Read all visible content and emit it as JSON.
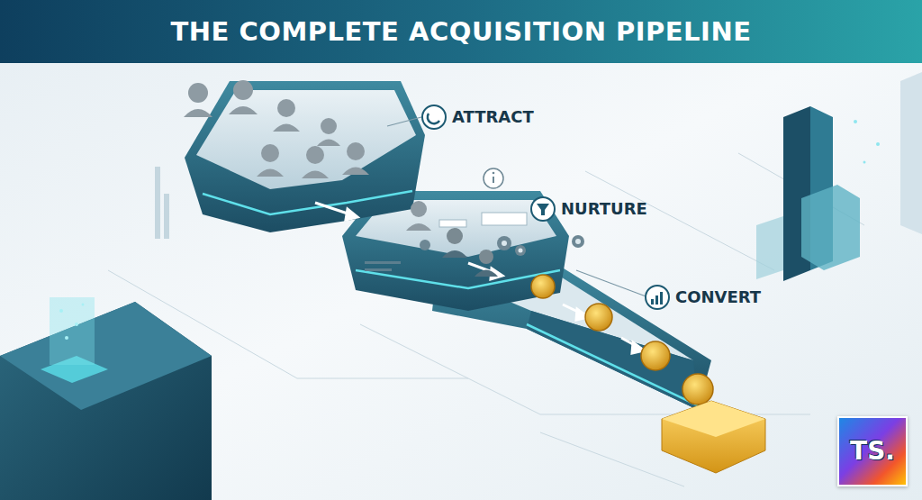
{
  "diagram": {
    "title": "THE COMPLETE ACQUISITION PIPELINE",
    "labels": [
      "ATTRACT",
      "NURTURE",
      "CONVERT",
      "TS."
    ]
  }
}
